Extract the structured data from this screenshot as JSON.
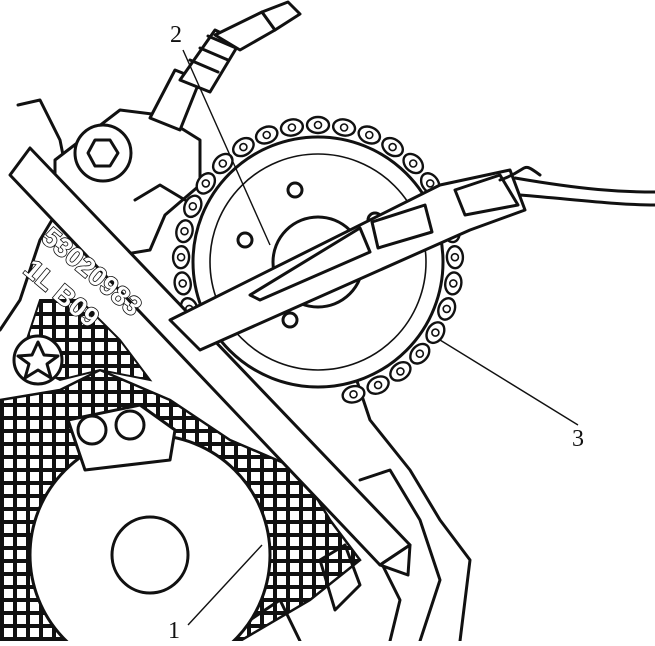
{
  "callouts": {
    "one": "1",
    "two": "2",
    "three": "3"
  },
  "stamp": {
    "part_number": "53020983",
    "code": "1L  B09"
  }
}
